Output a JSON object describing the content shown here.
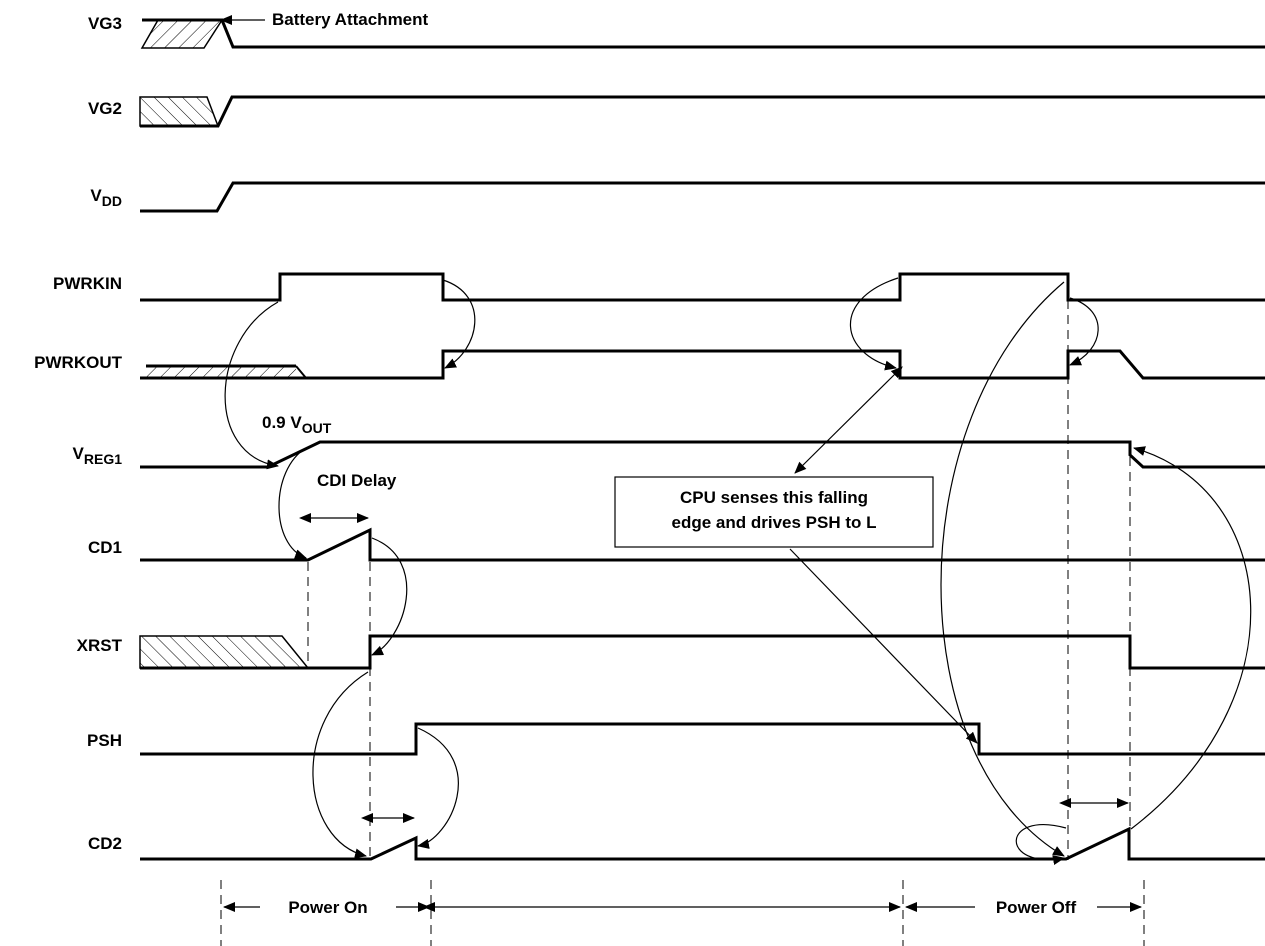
{
  "signals": [
    {
      "name": "VG3"
    },
    {
      "name": "VG2"
    },
    {
      "name": "V",
      "sub": "DD"
    },
    {
      "name": "PWRKIN"
    },
    {
      "name": "PWRKOUT"
    },
    {
      "name": "V",
      "sub": "REG1"
    },
    {
      "name": "CD1"
    },
    {
      "name": "XRST"
    },
    {
      "name": "PSH"
    },
    {
      "name": "CD2"
    }
  ],
  "annotations": {
    "battery_attachment": "Battery Attachment",
    "vout_prefix": "0.9 V",
    "vout_sub": "OUT",
    "cdi_delay": "CDI Delay",
    "cpu_note_line1": "CPU senses this falling",
    "cpu_note_line2": "edge and drives PSH to L"
  },
  "phases": {
    "power_on": "Power On",
    "power_off": "Power Off"
  }
}
